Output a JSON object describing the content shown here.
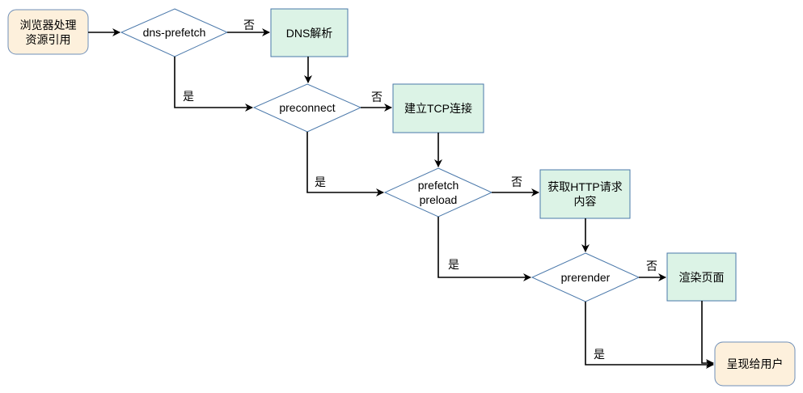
{
  "colors": {
    "terminal_fill": "#fdf0dc",
    "terminal_stroke": "#6f8fb8",
    "process_fill": "#dcf3e6",
    "process_stroke": "#4a78aa",
    "decision_fill": "#ffffff",
    "decision_stroke": "#4a78aa",
    "arrow": "#000000"
  },
  "nodes": {
    "start": "浏览器处理资源引用",
    "dns_prefetch": "dns-prefetch",
    "dns_resolve": "DNS解析",
    "preconnect": "preconnect",
    "tcp_connect": "建立TCP连接",
    "prefetch_preload": "prefetch\npreload",
    "http_request": "获取HTTP请求内容",
    "prerender": "prerender",
    "render_page": "渲染页面",
    "present_user": "呈现给用户"
  },
  "edge_labels": {
    "no_1": "否",
    "yes_1": "是",
    "no_2": "否",
    "yes_2": "是",
    "no_3": "否",
    "yes_3": "是",
    "no_4": "否",
    "yes_4": "是"
  }
}
